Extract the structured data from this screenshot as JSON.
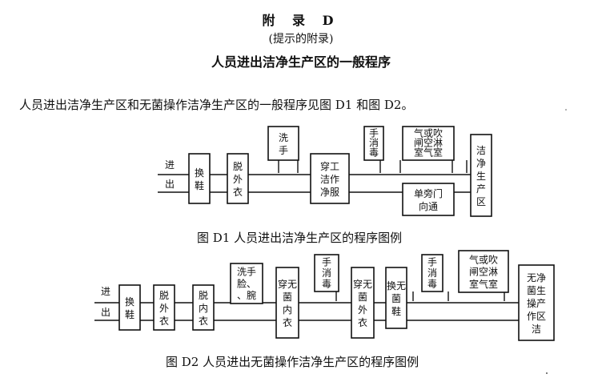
{
  "header": {
    "title": "附 录 D",
    "subtitle": "(提示的附录)",
    "heading": "人员进出洁净生产区的一般程序"
  },
  "intro": "人员进出洁净生产区和无菌操作洁净生产区的一般程序见图 D1 和图 D2。",
  "figure1": {
    "caption": "图 D1  人员进出洁净生产区的程序图例",
    "in_label": "进",
    "out_label": "出",
    "boxes": [
      {
        "lines": [
          "换",
          "鞋"
        ]
      },
      {
        "lines": [
          "脱",
          "外",
          "衣"
        ]
      },
      {
        "lines": [
          "洗",
          "手"
        ]
      },
      {
        "lines": [
          "穿工",
          "洁作",
          "净服"
        ]
      },
      {
        "lines": [
          "手",
          "消",
          "毒"
        ]
      },
      {
        "lines": [
          "气或吹",
          "闸空淋",
          "室气室"
        ]
      },
      {
        "lines": [
          "单旁门",
          "向通"
        ]
      },
      {
        "lines": [
          "洁",
          "净",
          "生",
          "产",
          "区"
        ]
      }
    ]
  },
  "figure2": {
    "caption": "图 D2  人员进出无菌操作洁净生产区的程序图例",
    "in_label": "进",
    "out_label": "出",
    "boxes": [
      {
        "lines": [
          "换",
          "鞋"
        ]
      },
      {
        "lines": [
          "脱",
          "外",
          "衣"
        ]
      },
      {
        "lines": [
          "脱",
          "内",
          "衣"
        ]
      },
      {
        "lines": [
          "洗手",
          "脸、",
          "、腕"
        ]
      },
      {
        "lines": [
          "穿无",
          "菌",
          "内",
          "衣"
        ]
      },
      {
        "lines": [
          "手",
          "消",
          "毒"
        ]
      },
      {
        "lines": [
          "穿无",
          "菌",
          "外",
          "衣"
        ]
      },
      {
        "lines": [
          "换无",
          "菌",
          "鞋"
        ]
      },
      {
        "lines": [
          "手",
          "消",
          "毒"
        ]
      },
      {
        "lines": [
          "气或吹",
          "闸空淋",
          "室气室"
        ]
      },
      {
        "lines": [
          "无净",
          "菌生",
          "操产",
          "作区",
          "洁"
        ]
      }
    ]
  }
}
